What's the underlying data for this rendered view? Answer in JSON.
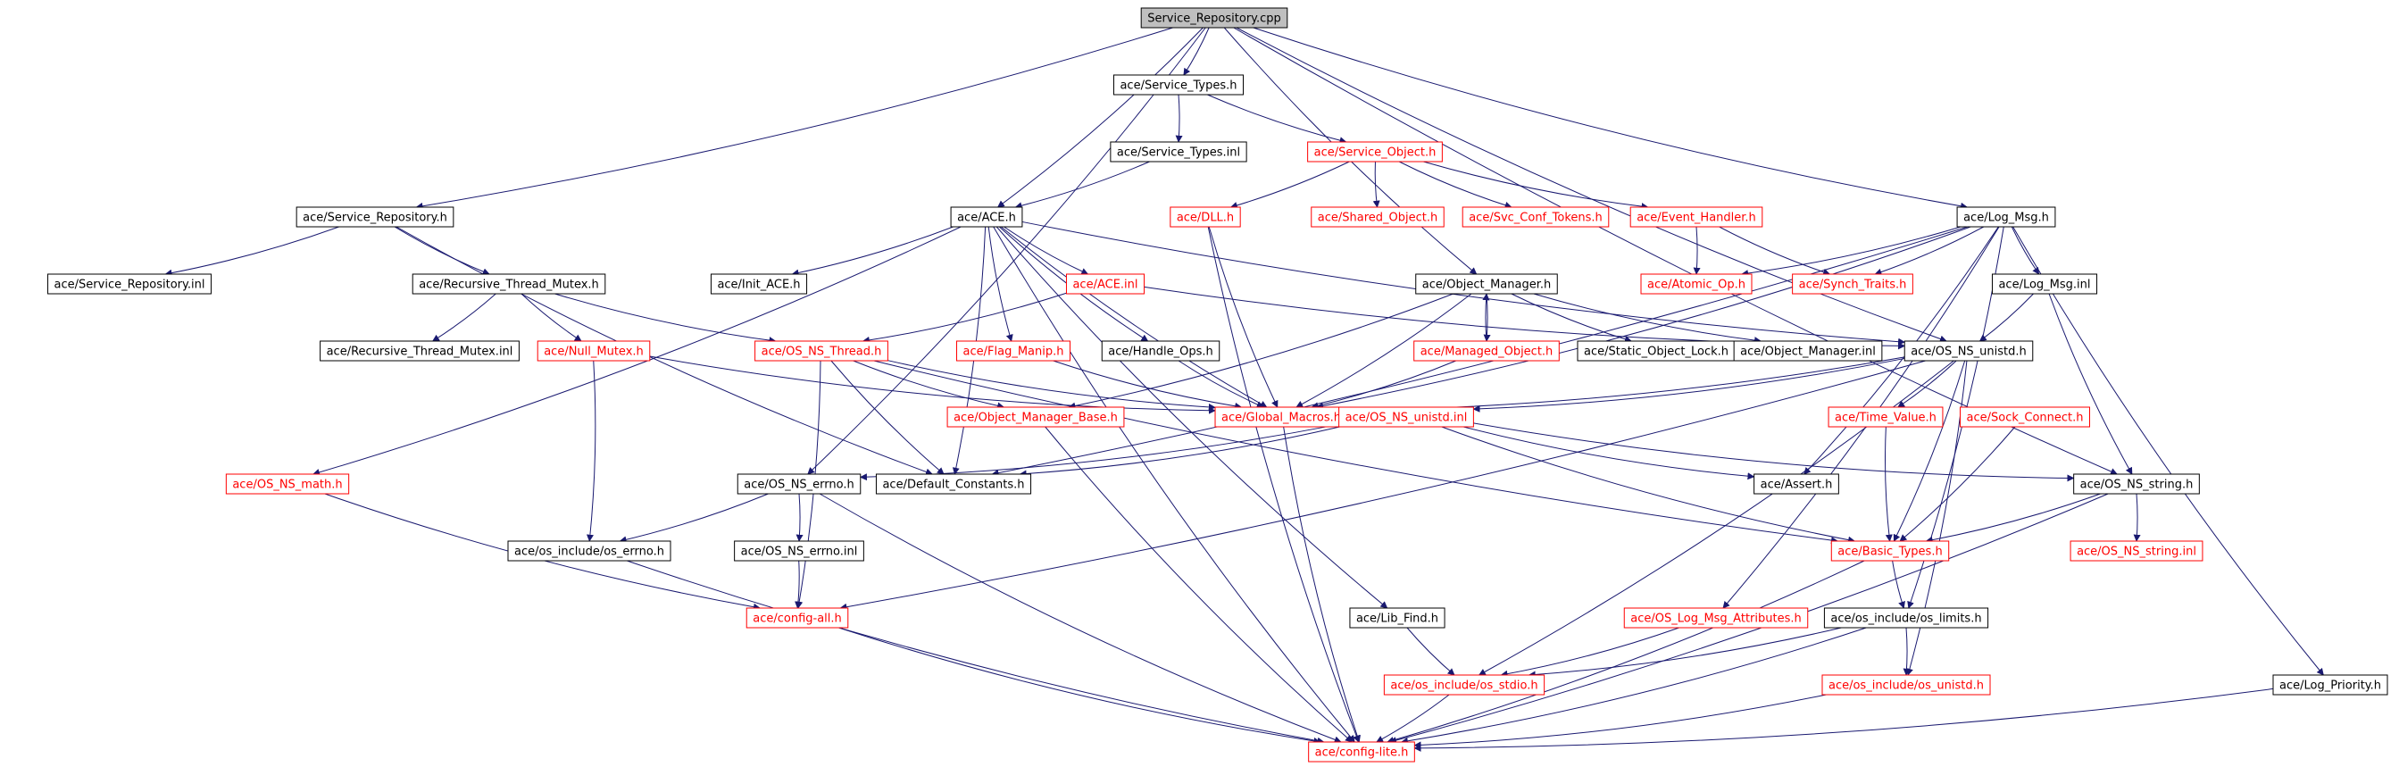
{
  "diagram": {
    "title": "Service_Repository.cpp include dependency graph",
    "colors": {
      "edge": "#191970",
      "border_normal": "#000000",
      "border_link": "#ff0000",
      "root_fill": "#bfbfbf",
      "text_normal": "#000000",
      "text_link": "#ff0000"
    },
    "nodes": [
      {
        "id": "root",
        "label": "Service_Repository.cpp",
        "style": "root"
      },
      {
        "id": "st_h",
        "label": "ace/Service_Types.h",
        "style": "normal"
      },
      {
        "id": "st_inl",
        "label": "ace/Service_Types.inl",
        "style": "normal"
      },
      {
        "id": "so_h",
        "label": "ace/Service_Object.h",
        "style": "link"
      },
      {
        "id": "sr_h",
        "label": "ace/Service_Repository.h",
        "style": "normal"
      },
      {
        "id": "ace_h",
        "label": "ace/ACE.h",
        "style": "normal"
      },
      {
        "id": "dll",
        "label": "ace/DLL.h",
        "style": "link"
      },
      {
        "id": "shared",
        "label": "ace/Shared_Object.h",
        "style": "link"
      },
      {
        "id": "svc_tok",
        "label": "ace/Svc_Conf_Tokens.h",
        "style": "link"
      },
      {
        "id": "evh",
        "label": "ace/Event_Handler.h",
        "style": "link"
      },
      {
        "id": "logmsg",
        "label": "ace/Log_Msg.h",
        "style": "normal"
      },
      {
        "id": "sr_inl",
        "label": "ace/Service_Repository.inl",
        "style": "normal"
      },
      {
        "id": "rtm",
        "label": "ace/Recursive_Thread_Mutex.h",
        "style": "normal"
      },
      {
        "id": "init_ace",
        "label": "ace/Init_ACE.h",
        "style": "normal"
      },
      {
        "id": "ace_inl",
        "label": "ace/ACE.inl",
        "style": "link"
      },
      {
        "id": "objmgr",
        "label": "ace/Object_Manager.h",
        "style": "normal"
      },
      {
        "id": "atomic",
        "label": "ace/Atomic_Op.h",
        "style": "link"
      },
      {
        "id": "synch",
        "label": "ace/Synch_Traits.h",
        "style": "link"
      },
      {
        "id": "logmsg_inl",
        "label": "ace/Log_Msg.inl",
        "style": "normal"
      },
      {
        "id": "rtm_inl",
        "label": "ace/Recursive_Thread_Mutex.inl",
        "style": "normal"
      },
      {
        "id": "null_mutex",
        "label": "ace/Null_Mutex.h",
        "style": "link"
      },
      {
        "id": "os_thread",
        "label": "ace/OS_NS_Thread.h",
        "style": "link"
      },
      {
        "id": "flag",
        "label": "ace/Flag_Manip.h",
        "style": "link"
      },
      {
        "id": "handle",
        "label": "ace/Handle_Ops.h",
        "style": "normal"
      },
      {
        "id": "managed",
        "label": "ace/Managed_Object.h",
        "style": "link"
      },
      {
        "id": "static_lock",
        "label": "ace/Static_Object_Lock.h",
        "style": "normal"
      },
      {
        "id": "objmgr_inl",
        "label": "ace/Object_Manager.inl",
        "style": "normal"
      },
      {
        "id": "unistd_h",
        "label": "ace/OS_NS_unistd.h",
        "style": "normal"
      },
      {
        "id": "omb",
        "label": "ace/Object_Manager_Base.h",
        "style": "link"
      },
      {
        "id": "global",
        "label": "ace/Global_Macros.h",
        "style": "link"
      },
      {
        "id": "unistd_inl",
        "label": "ace/OS_NS_unistd.inl",
        "style": "link"
      },
      {
        "id": "timeval",
        "label": "ace/Time_Value.h",
        "style": "link"
      },
      {
        "id": "sock",
        "label": "ace/Sock_Connect.h",
        "style": "link"
      },
      {
        "id": "math",
        "label": "ace/OS_NS_math.h",
        "style": "link"
      },
      {
        "id": "errno_h",
        "label": "ace/OS_NS_errno.h",
        "style": "normal"
      },
      {
        "id": "defconst",
        "label": "ace/Default_Constants.h",
        "style": "normal"
      },
      {
        "id": "assert",
        "label": "ace/Assert.h",
        "style": "normal"
      },
      {
        "id": "string_h",
        "label": "ace/OS_NS_string.h",
        "style": "normal"
      },
      {
        "id": "os_errno",
        "label": "ace/os_include/os_errno.h",
        "style": "normal"
      },
      {
        "id": "errno_inl",
        "label": "ace/OS_NS_errno.inl",
        "style": "normal"
      },
      {
        "id": "basic",
        "label": "ace/Basic_Types.h",
        "style": "link"
      },
      {
        "id": "string_inl",
        "label": "ace/OS_NS_string.inl",
        "style": "link"
      },
      {
        "id": "config_all",
        "label": "ace/config-all.h",
        "style": "link"
      },
      {
        "id": "lib_find",
        "label": "ace/Lib_Find.h",
        "style": "normal"
      },
      {
        "id": "logattr",
        "label": "ace/OS_Log_Msg_Attributes.h",
        "style": "link"
      },
      {
        "id": "os_limits",
        "label": "ace/os_include/os_limits.h",
        "style": "normal"
      },
      {
        "id": "os_stdio",
        "label": "ace/os_include/os_stdio.h",
        "style": "link"
      },
      {
        "id": "os_unistd",
        "label": "ace/os_include/os_unistd.h",
        "style": "link"
      },
      {
        "id": "logprio",
        "label": "ace/Log_Priority.h",
        "style": "normal"
      },
      {
        "id": "config_lite",
        "label": "ace/config-lite.h",
        "style": "link"
      }
    ],
    "edges": [
      [
        "root",
        "st_h"
      ],
      [
        "root",
        "sr_h"
      ],
      [
        "root",
        "ace_h"
      ],
      [
        "root",
        "objmgr"
      ],
      [
        "root",
        "logmsg"
      ],
      [
        "root",
        "string_h"
      ],
      [
        "root",
        "unistd_h"
      ],
      [
        "root",
        "errno_h"
      ],
      [
        "st_h",
        "st_inl"
      ],
      [
        "st_h",
        "so_h"
      ],
      [
        "st_inl",
        "ace_h"
      ],
      [
        "so_h",
        "dll"
      ],
      [
        "so_h",
        "shared"
      ],
      [
        "so_h",
        "svc_tok"
      ],
      [
        "so_h",
        "evh"
      ],
      [
        "evh",
        "atomic"
      ],
      [
        "evh",
        "synch"
      ],
      [
        "sr_h",
        "sr_inl"
      ],
      [
        "sr_h",
        "rtm"
      ],
      [
        "sr_h",
        "defconst"
      ],
      [
        "rtm",
        "rtm_inl"
      ],
      [
        "rtm",
        "null_mutex"
      ],
      [
        "rtm",
        "os_thread"
      ],
      [
        "ace_h",
        "init_ace"
      ],
      [
        "ace_h",
        "ace_inl"
      ],
      [
        "ace_h",
        "flag"
      ],
      [
        "ace_h",
        "handle"
      ],
      [
        "ace_h",
        "math"
      ],
      [
        "ace_h",
        "config_lite"
      ],
      [
        "ace_h",
        "defconst"
      ],
      [
        "ace_h",
        "global"
      ],
      [
        "ace_h",
        "unistd_h"
      ],
      [
        "ace_h",
        "lib_find"
      ],
      [
        "ace_inl",
        "os_thread"
      ],
      [
        "ace_inl",
        "unistd_h"
      ],
      [
        "objmgr",
        "managed"
      ],
      [
        "objmgr",
        "static_lock"
      ],
      [
        "objmgr",
        "objmgr_inl"
      ],
      [
        "objmgr",
        "omb"
      ],
      [
        "objmgr",
        "global"
      ],
      [
        "managed",
        "objmgr"
      ],
      [
        "managed",
        "global"
      ],
      [
        "logmsg",
        "atomic"
      ],
      [
        "logmsg",
        "synch"
      ],
      [
        "logmsg",
        "logmsg_inl"
      ],
      [
        "logmsg",
        "defconst"
      ],
      [
        "logmsg",
        "logattr"
      ],
      [
        "logmsg",
        "os_limits"
      ],
      [
        "logmsg",
        "logprio"
      ],
      [
        "logmsg",
        "assert"
      ],
      [
        "logmsg",
        "global"
      ],
      [
        "logmsg_inl",
        "unistd_h"
      ],
      [
        "logmsg_inl",
        "string_h"
      ],
      [
        "null_mutex",
        "global"
      ],
      [
        "null_mutex",
        "os_errno"
      ],
      [
        "os_thread",
        "omb"
      ],
      [
        "os_thread",
        "defconst"
      ],
      [
        "os_thread",
        "global"
      ],
      [
        "os_thread",
        "basic"
      ],
      [
        "os_thread",
        "config_all"
      ],
      [
        "flag",
        "global"
      ],
      [
        "handle",
        "global"
      ],
      [
        "dll",
        "global"
      ],
      [
        "dll",
        "config_lite"
      ],
      [
        "omb",
        "config_lite"
      ],
      [
        "global",
        "config_lite"
      ],
      [
        "unistd_h",
        "unistd_inl"
      ],
      [
        "unistd_h",
        "timeval"
      ],
      [
        "unistd_h",
        "basic"
      ],
      [
        "unistd_h",
        "os_unistd"
      ],
      [
        "unistd_h",
        "os_stdio"
      ],
      [
        "unistd_h",
        "global"
      ],
      [
        "unistd_h",
        "config_all"
      ],
      [
        "unistd_inl",
        "errno_h"
      ],
      [
        "unistd_inl",
        "defconst"
      ],
      [
        "unistd_inl",
        "string_h"
      ],
      [
        "unistd_inl",
        "assert"
      ],
      [
        "unistd_inl",
        "basic"
      ],
      [
        "timeval",
        "basic"
      ],
      [
        "sock",
        "basic"
      ],
      [
        "errno_h",
        "os_errno"
      ],
      [
        "errno_h",
        "errno_inl"
      ],
      [
        "errno_h",
        "config_lite"
      ],
      [
        "errno_inl",
        "config_all"
      ],
      [
        "math",
        "config_all"
      ],
      [
        "os_errno",
        "config_lite"
      ],
      [
        "string_h",
        "basic"
      ],
      [
        "string_h",
        "string_inl"
      ],
      [
        "string_h",
        "config_lite"
      ],
      [
        "basic",
        "os_limits"
      ],
      [
        "basic",
        "config_lite"
      ],
      [
        "config_all",
        "config_lite"
      ],
      [
        "lib_find",
        "os_stdio"
      ],
      [
        "logattr",
        "os_stdio"
      ],
      [
        "os_limits",
        "os_unistd"
      ],
      [
        "os_limits",
        "os_stdio"
      ],
      [
        "os_limits",
        "config_lite"
      ],
      [
        "os_stdio",
        "config_lite"
      ],
      [
        "os_unistd",
        "config_lite"
      ],
      [
        "logprio",
        "config_lite"
      ]
    ]
  }
}
